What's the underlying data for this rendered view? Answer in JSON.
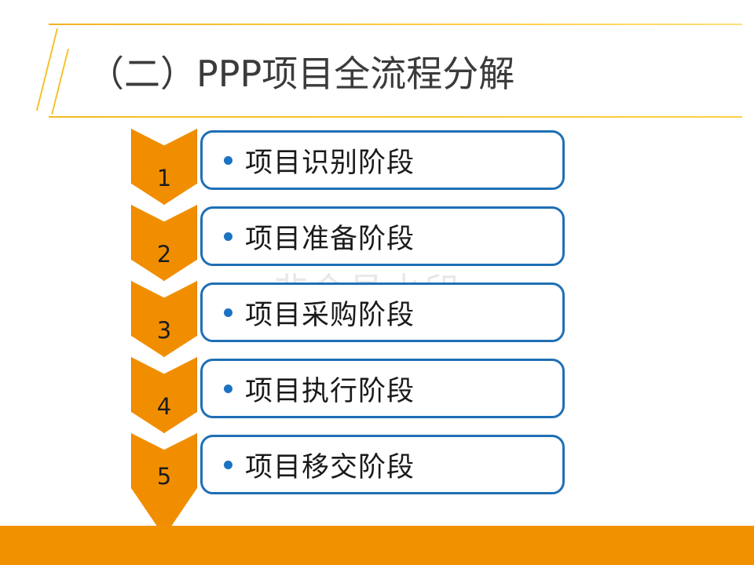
{
  "slide": {
    "title": "（二）PPP项目全流程分解",
    "watermark": "非会员水印",
    "accent_yellow": "#f7c22c",
    "accent_orange": "#f18e00",
    "accent_blue": "#1f6fb5"
  },
  "flow": {
    "steps": [
      {
        "number": "1",
        "label": "项目识别阶段"
      },
      {
        "number": "2",
        "label": "项目准备阶段"
      },
      {
        "number": "3",
        "label": "项目采购阶段"
      },
      {
        "number": "4",
        "label": "项目执行阶段"
      },
      {
        "number": "5",
        "label": "项目移交阶段"
      }
    ]
  }
}
